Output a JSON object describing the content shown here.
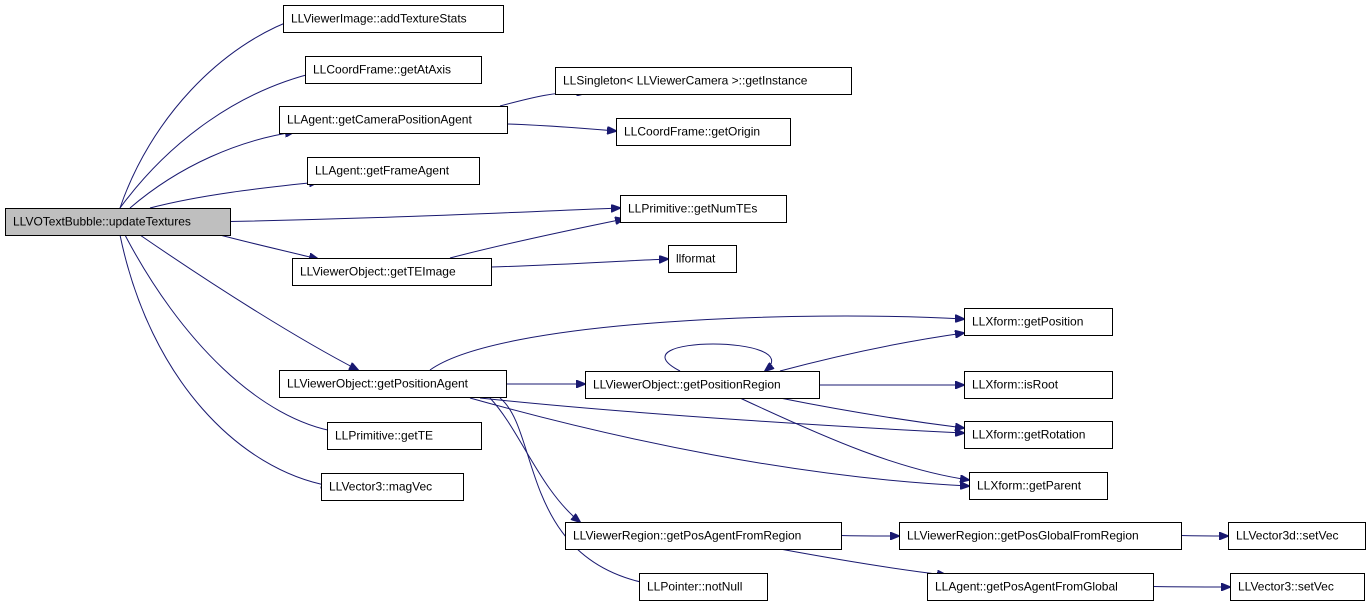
{
  "root": "LLVOTextBubble::updateTextures",
  "nodes": [
    {
      "id": "root",
      "label": "LLVOTextBubble::updateTextures",
      "root": true
    },
    {
      "id": "addTextureStats",
      "label": "LLViewerImage::addTextureStats"
    },
    {
      "id": "getAtAxis",
      "label": "LLCoordFrame::getAtAxis"
    },
    {
      "id": "getInstance",
      "label": "LLSingleton< LLViewerCamera >::getInstance"
    },
    {
      "id": "getCameraPositionAgent",
      "label": "LLAgent::getCameraPositionAgent"
    },
    {
      "id": "getOrigin",
      "label": "LLCoordFrame::getOrigin"
    },
    {
      "id": "getFrameAgent",
      "label": "LLAgent::getFrameAgent"
    },
    {
      "id": "getNumTEs",
      "label": "LLPrimitive::getNumTEs"
    },
    {
      "id": "getTEImage",
      "label": "LLViewerObject::getTEImage"
    },
    {
      "id": "llformat",
      "label": "llformat"
    },
    {
      "id": "getPosition",
      "label": "LLXform::getPosition"
    },
    {
      "id": "getPositionAgent",
      "label": "LLViewerObject::getPositionAgent"
    },
    {
      "id": "getPositionRegion",
      "label": "LLViewerObject::getPositionRegion"
    },
    {
      "id": "isRoot",
      "label": "LLXform::isRoot"
    },
    {
      "id": "getTE",
      "label": "LLPrimitive::getTE"
    },
    {
      "id": "getRotation",
      "label": "LLXform::getRotation"
    },
    {
      "id": "magVec",
      "label": "LLVector3::magVec"
    },
    {
      "id": "getParent",
      "label": "LLXform::getParent"
    },
    {
      "id": "getPosAgentFromRegion",
      "label": "LLViewerRegion::getPosAgentFromRegion"
    },
    {
      "id": "getPosGlobalFromRegion",
      "label": "LLViewerRegion::getPosGlobalFromRegion"
    },
    {
      "id": "setVec3d",
      "label": "LLVector3d::setVec"
    },
    {
      "id": "notNull",
      "label": "LLPointer::notNull"
    },
    {
      "id": "getPosAgentFromGlobal",
      "label": "LLAgent::getPosAgentFromGlobal"
    },
    {
      "id": "setVec3",
      "label": "LLVector3::setVec"
    }
  ],
  "edges": [
    {
      "from": "root",
      "to": "addTextureStats"
    },
    {
      "from": "root",
      "to": "getAtAxis"
    },
    {
      "from": "root",
      "to": "getCameraPositionAgent"
    },
    {
      "from": "root",
      "to": "getFrameAgent"
    },
    {
      "from": "root",
      "to": "getNumTEs"
    },
    {
      "from": "root",
      "to": "getTEImage"
    },
    {
      "from": "root",
      "to": "getPositionAgent"
    },
    {
      "from": "root",
      "to": "getTE"
    },
    {
      "from": "root",
      "to": "magVec"
    },
    {
      "from": "getCameraPositionAgent",
      "to": "getInstance"
    },
    {
      "from": "getCameraPositionAgent",
      "to": "getOrigin"
    },
    {
      "from": "getTEImage",
      "to": "getNumTEs"
    },
    {
      "from": "getTEImage",
      "to": "llformat"
    },
    {
      "from": "getPositionAgent",
      "to": "getPosition"
    },
    {
      "from": "getPositionAgent",
      "to": "getPositionRegion"
    },
    {
      "from": "getPositionAgent",
      "to": "getRotation"
    },
    {
      "from": "getPositionAgent",
      "to": "getParent"
    },
    {
      "from": "getPositionAgent",
      "to": "getPosAgentFromRegion"
    },
    {
      "from": "getPositionAgent",
      "to": "notNull"
    },
    {
      "from": "getPositionRegion",
      "to": "getPositionRegion"
    },
    {
      "from": "getPositionRegion",
      "to": "getPosition"
    },
    {
      "from": "getPositionRegion",
      "to": "isRoot"
    },
    {
      "from": "getPositionRegion",
      "to": "getRotation"
    },
    {
      "from": "getPositionRegion",
      "to": "getParent"
    },
    {
      "from": "getPosAgentFromRegion",
      "to": "getPosGlobalFromRegion"
    },
    {
      "from": "getPosAgentFromRegion",
      "to": "getPosAgentFromGlobal"
    },
    {
      "from": "getPosGlobalFromRegion",
      "to": "setVec3d"
    },
    {
      "from": "getPosAgentFromGlobal",
      "to": "setVec3"
    }
  ],
  "colors": {
    "edge": "#191970",
    "node_border": "#000000",
    "node_fill": "#ffffff",
    "root_fill": "#bfbfbf"
  }
}
